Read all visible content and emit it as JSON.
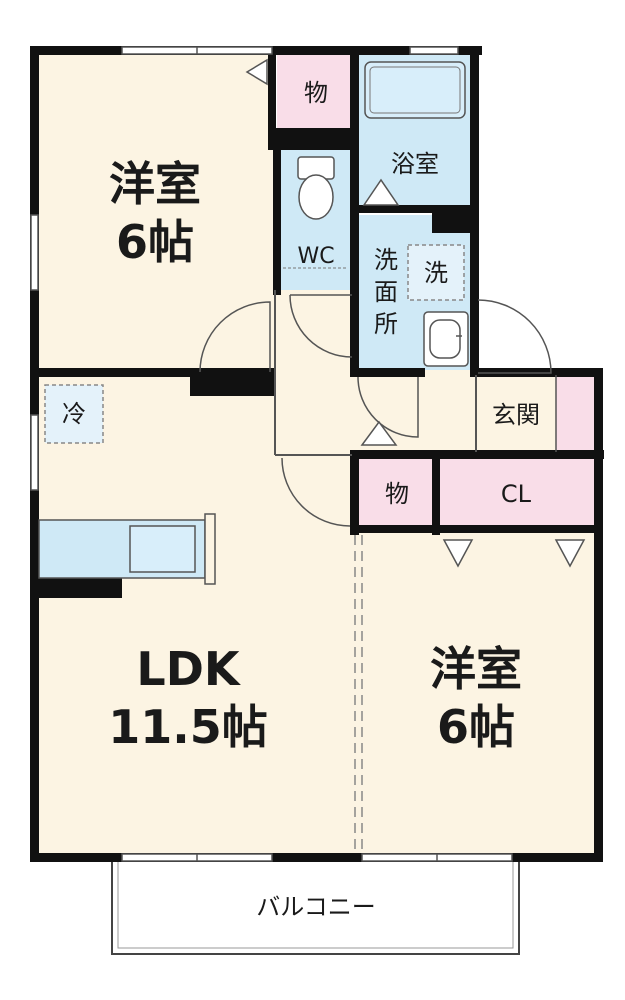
{
  "rooms": {
    "western_room_1": {
      "name": "洋室",
      "size": "6帖"
    },
    "western_room_2": {
      "name": "洋室",
      "size": "6帖"
    },
    "ldk": {
      "name": "LDK",
      "size": "11.5帖"
    },
    "bathroom": {
      "name": "浴室"
    },
    "toilet": {
      "name": "WC"
    },
    "washroom": {
      "chars": [
        "洗",
        "面",
        "所"
      ]
    },
    "washer": {
      "name": "洗"
    },
    "entrance": {
      "name": "玄関"
    },
    "closet": {
      "name": "CL"
    },
    "storage_1": {
      "name": "物"
    },
    "storage_2": {
      "name": "物"
    },
    "fridge": {
      "name": "冷"
    },
    "balcony": {
      "name": "バルコニー"
    }
  },
  "colors": {
    "floor": "#fcf4e3",
    "wet_area": "#cfe9f6",
    "storage": "#f9dde8",
    "wall": "#111111"
  }
}
